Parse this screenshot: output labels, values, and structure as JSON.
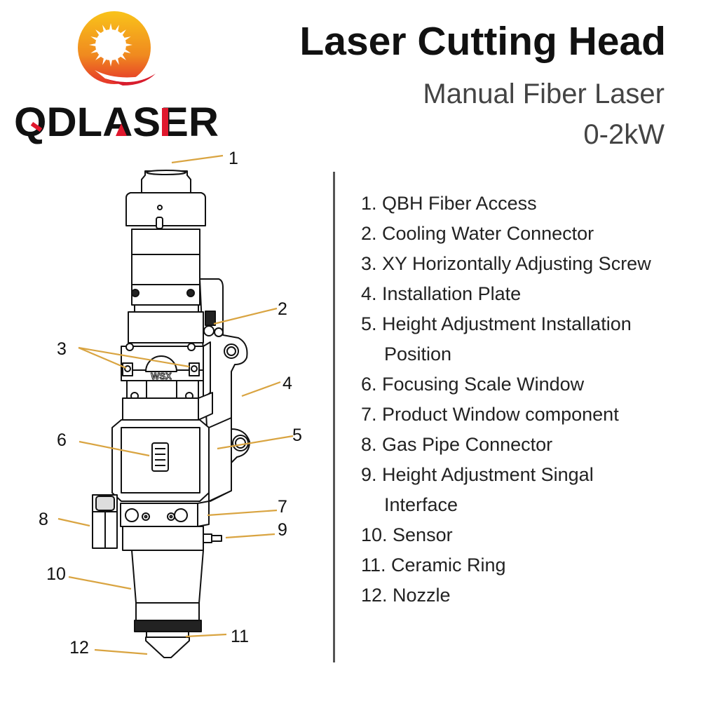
{
  "brand": {
    "name": "QDLASER"
  },
  "header": {
    "title": "Laser Cutting Head",
    "subtitle": "Manual Fiber Laser",
    "power": "0-2kW"
  },
  "colors": {
    "leader": "#d9a441",
    "logo_orange": "#f39a1e",
    "logo_red": "#e0182d"
  },
  "callouts": [
    "1",
    "2",
    "3",
    "4",
    "5",
    "6",
    "7",
    "8",
    "9",
    "10",
    "11",
    "12"
  ],
  "parts": [
    {
      "line": "1. QBH Fiber Access"
    },
    {
      "line": "2. Cooling Water Connector"
    },
    {
      "line": "3. XY Horizontally Adjusting Screw"
    },
    {
      "line": "4. Installation Plate"
    },
    {
      "line": "5. Height Adjustment Installation",
      "cont": "Position"
    },
    {
      "line": "6. Focusing Scale Window"
    },
    {
      "line": "7. Product Window component"
    },
    {
      "line": "8. Gas Pipe Connector"
    },
    {
      "line": "9. Height Adjustment Singal",
      "cont": "Interface"
    },
    {
      "line": "10. Sensor"
    },
    {
      "line": "11. Ceramic Ring"
    },
    {
      "line": "12. Nozzle"
    }
  ],
  "engraving": "WSX"
}
